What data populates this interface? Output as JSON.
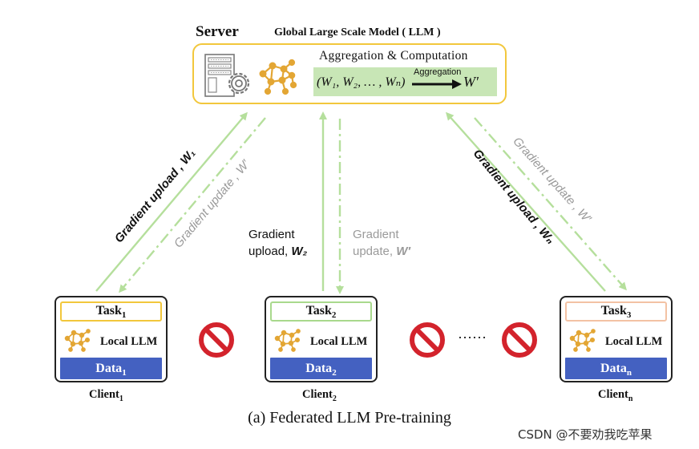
{
  "server": {
    "title": "Server",
    "model_title": "Global Large Scale Model ( LLM )",
    "aggregation_title": "Aggregation  &  Computation",
    "formula": "(W₁, W₂, … , Wₙ)",
    "aggregation_label": "Aggregation",
    "result": "W′"
  },
  "arrows": {
    "left_upload": "Gradient upload , W₁",
    "left_update": "Gradient update , W′",
    "middle_upload_line1": "Gradient",
    "middle_upload_line2": "upload,",
    "middle_upload_var": "W₂",
    "middle_update_line1": "Gradient",
    "middle_update_line2": "update,",
    "middle_update_var": "W′",
    "right_upload": "Gradient upload , Wₙ",
    "right_update": "Gradient update , W′"
  },
  "clients": [
    {
      "task": "Task",
      "task_sub": "1",
      "local": "Local LLM",
      "data": "Data",
      "data_sub": "1",
      "label": "Client",
      "label_sub": "1",
      "task_border": "#f2c73c"
    },
    {
      "task": "Task",
      "task_sub": "2",
      "local": "Local LLM",
      "data": "Data",
      "data_sub": "2",
      "label": "Client",
      "label_sub": "2",
      "task_border": "#a9d98d"
    },
    {
      "task": "Task",
      "task_sub": "3",
      "local": "Local LLM",
      "data": "Data",
      "data_sub": "n",
      "label": "Client",
      "label_sub": "n",
      "task_border": "#f3c2a4"
    }
  ],
  "ellipsis": "……",
  "caption": "(a)  Federated LLM Pre-training",
  "watermark": "CSDN @不要劝我吃苹果",
  "colors": {
    "server_border": "#f2c73c",
    "arrow_green": "#b5df9c",
    "data_blue": "#4461c1",
    "no_sign_red": "#d3232c",
    "network_icon": "#e3a634"
  },
  "icons": [
    "server-gear-icon",
    "neural-network-icon",
    "no-entry-icon"
  ]
}
